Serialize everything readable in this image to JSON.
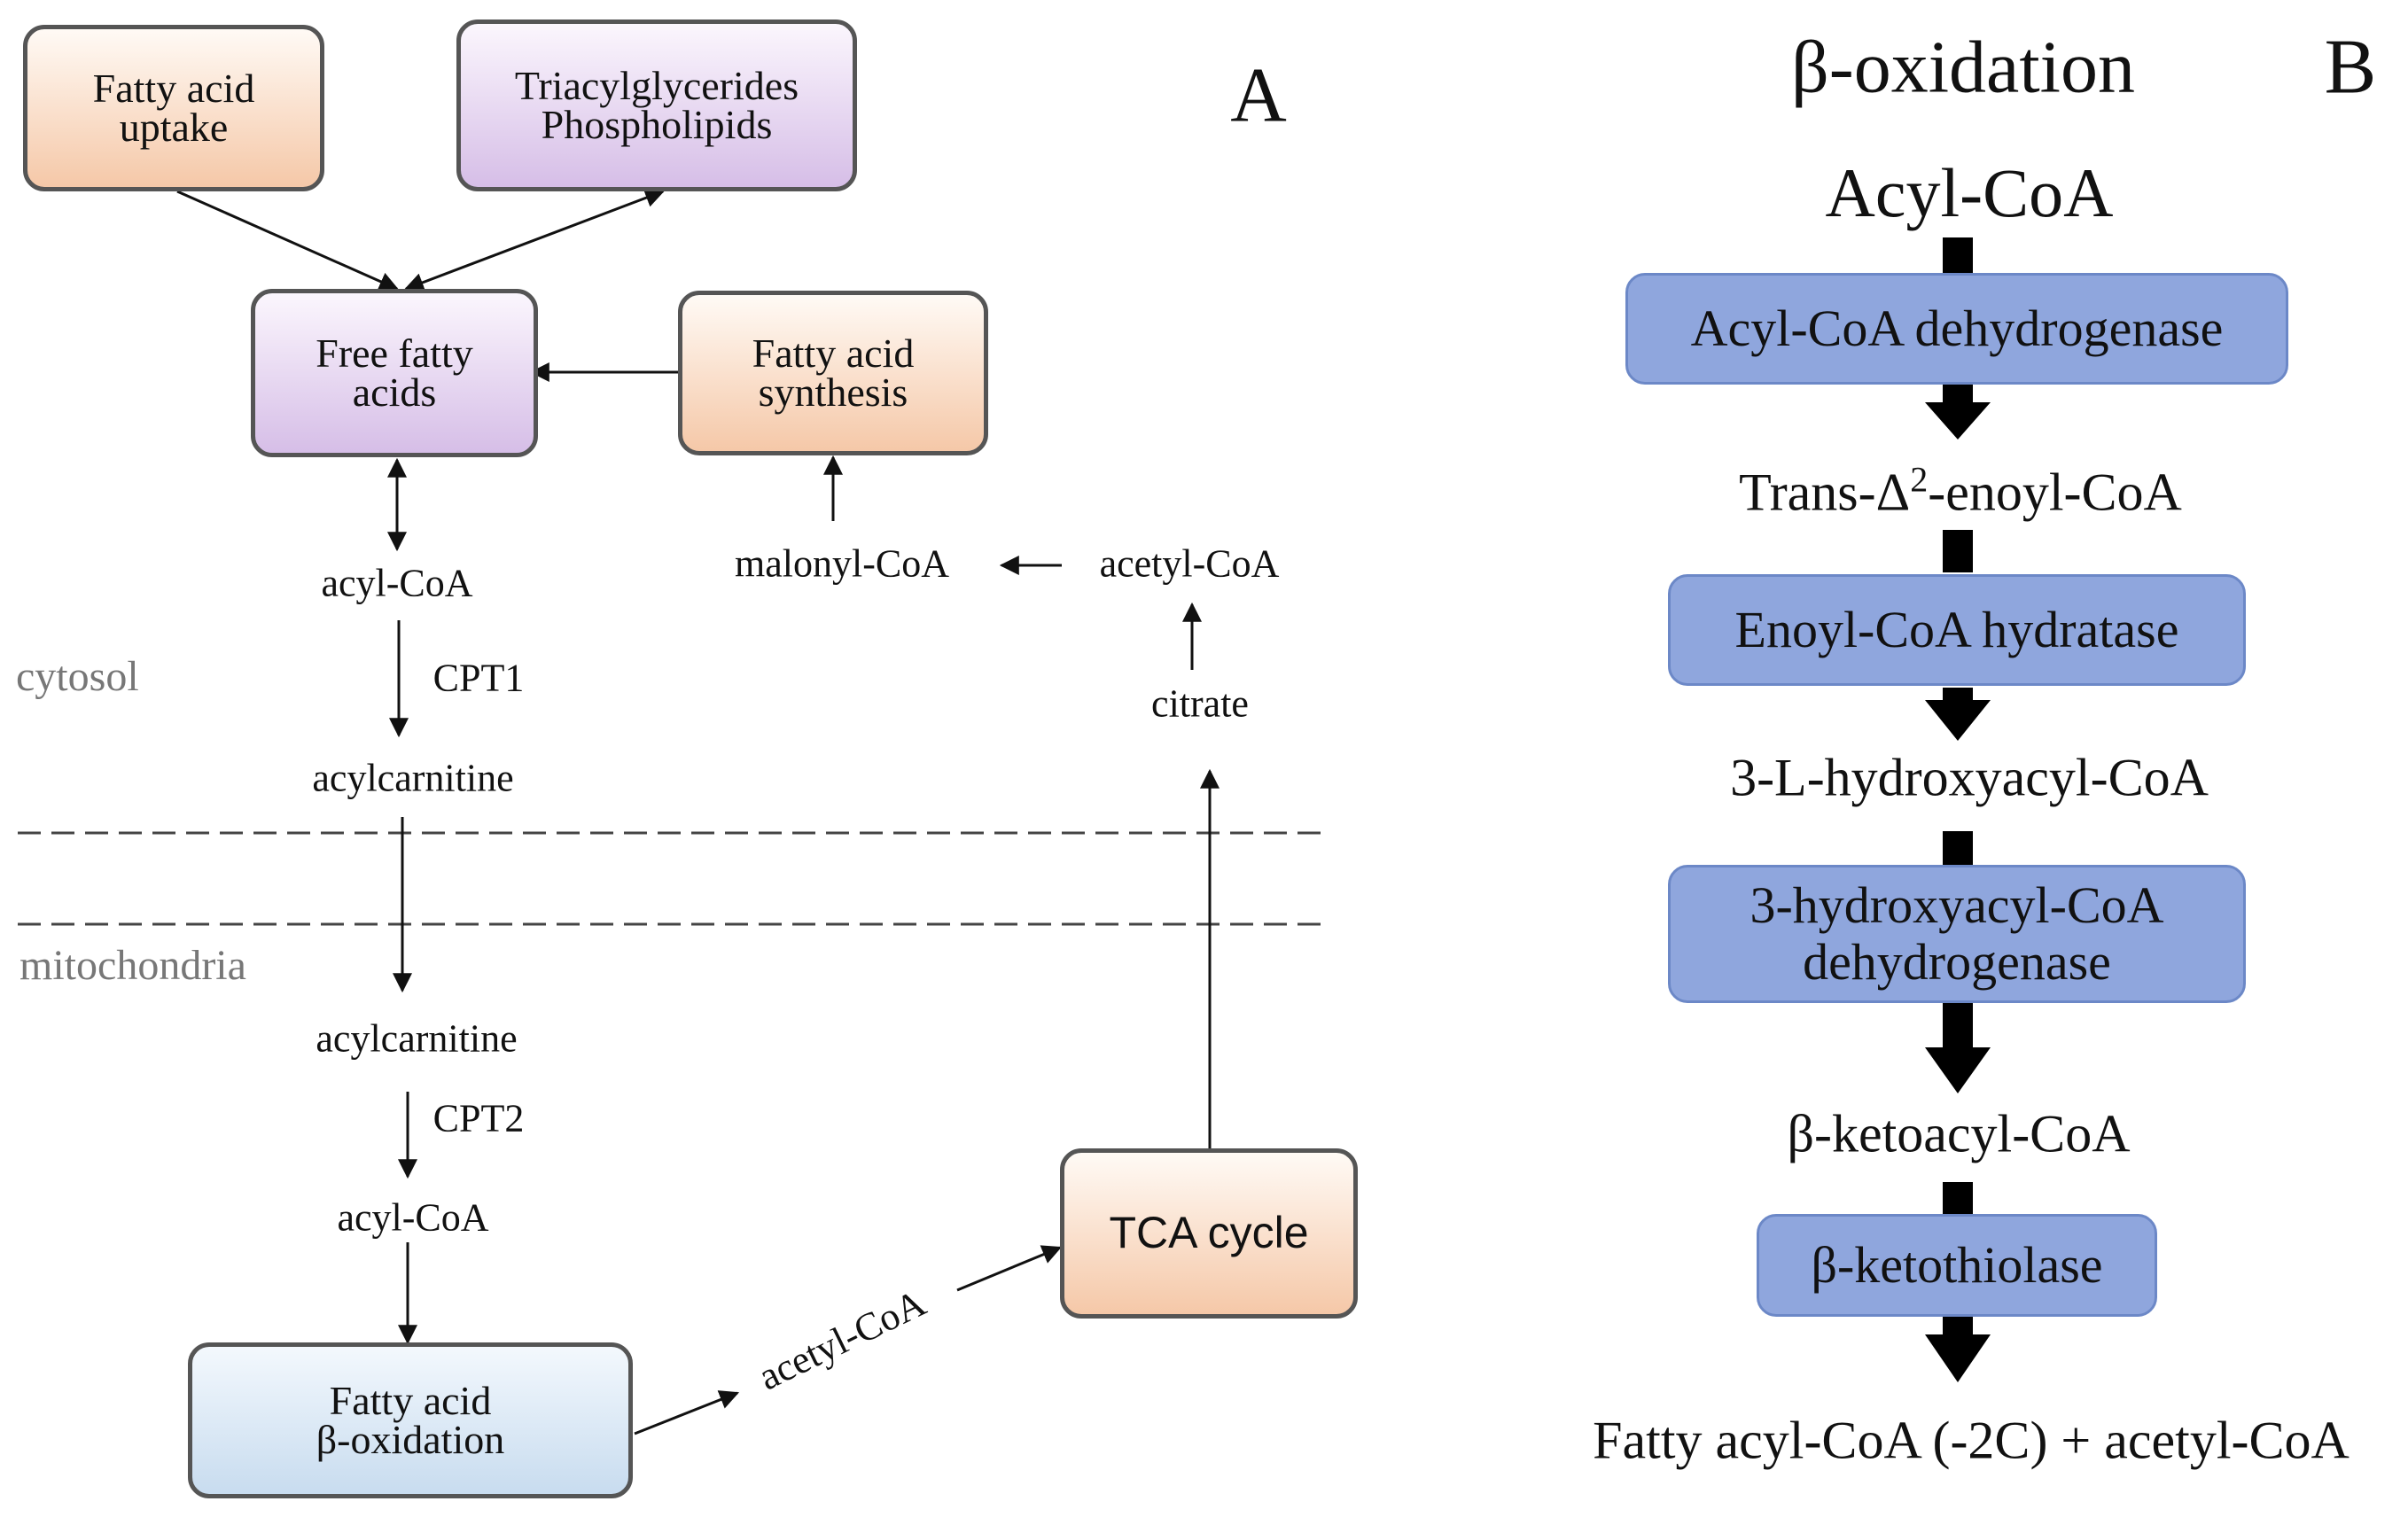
{
  "panel_a": {
    "label": "A",
    "compartments": {
      "cytosol": "cytosol",
      "mitochondria": "mitochondria"
    },
    "boxes": {
      "fatty_acid_uptake": [
        "Fatty acid",
        "uptake"
      ],
      "triacylglycerides": [
        "Triacylglycerides",
        "Phospholipids"
      ],
      "free_fatty_acids": [
        "Free fatty",
        "acids"
      ],
      "fatty_acid_synthesis": [
        "Fatty acid",
        "synthesis"
      ],
      "tca_cycle": [
        "TCA cycle"
      ],
      "beta_oxidation": [
        "Fatty acid",
        "β-oxidation"
      ]
    },
    "labels": {
      "acyl_coa_top": "acyl-CoA",
      "cpt1": "CPT1",
      "acylcarnitine_top": "acylcarnitine",
      "acylcarnitine_bottom": "acylcarnitine",
      "cpt2": "CPT2",
      "acyl_coa_bottom": "acyl-CoA",
      "acetyl_coa_diag": "acetyl-CoA",
      "malonyl_coa": "malonyl-CoA",
      "acetyl_coa_top": "acetyl-CoA",
      "citrate": "citrate"
    },
    "colors": {
      "peach": "#f5c8a8",
      "purple": "#d6bee7",
      "blue": "#c8dcef",
      "border": "#555555"
    }
  },
  "panel_b": {
    "label": "B",
    "title": "β-oxidation",
    "start": "Acyl-CoA",
    "enzymes": [
      [
        "Acyl-CoA dehydrogenase"
      ],
      [
        "Enoyl-CoA hydratase"
      ],
      [
        "3-hydroxyacyl-CoA",
        "dehydrogenase"
      ],
      [
        "β-ketothiolase"
      ]
    ],
    "intermediates": {
      "trans_enoyl": {
        "prefix": "Trans-Δ",
        "superscript": "2",
        "suffix": "-enoyl-CoA"
      },
      "hydroxyacyl": "3-L-hydroxyacyl-CoA",
      "ketoacyl": "β-ketoacyl-CoA",
      "product": "Fatty acyl-CoA (-2C) + acetyl-CoA"
    },
    "colors": {
      "enzyme_fill": "#8fa6dd",
      "enzyme_border": "#6c88c7"
    }
  }
}
